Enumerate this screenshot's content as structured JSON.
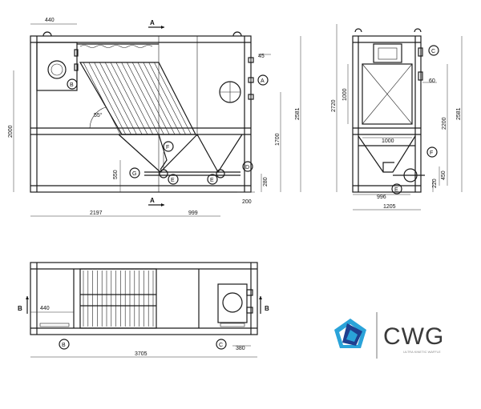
{
  "dimensions": {
    "front_top_width": "440",
    "front_total_height": "2000",
    "front_right_height": "2581",
    "front_1700": "1700",
    "front_550": "550",
    "front_280": "280",
    "front_200": "200",
    "front_45": "45",
    "front_2197": "2197",
    "front_999": "999",
    "front_angle": "55°",
    "side_2720": "2720",
    "side_1000v": "1000",
    "side_60": "60",
    "side_1000h": "1000",
    "side_2200": "2200",
    "side_2581": "2581",
    "side_450": "450",
    "side_220": "220",
    "side_996": "996",
    "side_1205": "1205",
    "plan_440": "440",
    "plan_3705": "3705",
    "plan_380": "380"
  },
  "section_marks": {
    "a_top": "A",
    "a_bottom": "A",
    "b_left": "B",
    "b_right": "B"
  },
  "nozzles": {
    "front_b": "B",
    "front_a": "A",
    "front_f": "F",
    "front_g": "G",
    "front_e1": "E",
    "front_e2": "E",
    "front_d": "D",
    "side_c": "C",
    "side_f": "F",
    "side_e": "E",
    "plan_b": "B",
    "plan_c": "C"
  },
  "logo": {
    "brand_text": "CWG",
    "tagline": "ULTRA KINETIC WAFFLE",
    "colors": {
      "light_blue": "#2aa3d9",
      "dark_blue": "#1f3f8f",
      "gray": "#3a3a3a"
    }
  }
}
